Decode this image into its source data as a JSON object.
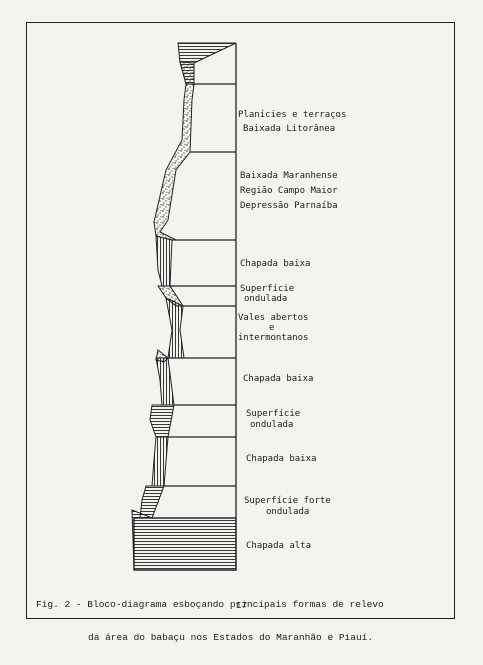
{
  "figure": {
    "labels": {
      "planicies": "Planícies e terraços",
      "baixada_litoranea": "Baixada Litorânea",
      "baixada_maranhense": "Baixada Maranhense",
      "regiao_campo_maior": "Região Campo Maior",
      "depressao_parnaiba": "Depressão Parnaíba",
      "chapada_baixa_1": "Chapada baixa",
      "superficie_1a": "Superfície",
      "ondulada_1b": "ondulada",
      "vales_abertos": "Vales abertos",
      "e": "e",
      "intermontanos": "intermontanos",
      "chapada_baixa_2": "Chapada baixa",
      "superficie_2a": "Superfície",
      "ondulada_2b": "ondulada",
      "chapada_baixa_3": "Chapada baixa",
      "superficie_forte": "Superfície forte",
      "ondulada_3b": "ondulada",
      "chapada_alta": "Chapada alta"
    }
  },
  "caption": {
    "line1": "Fig. 2 - Bloco-diagrama esboçando principais formas de relevo",
    "line2": "da área do babaçu nos Estados do Maranhão e Piauí."
  },
  "page_number": "17"
}
